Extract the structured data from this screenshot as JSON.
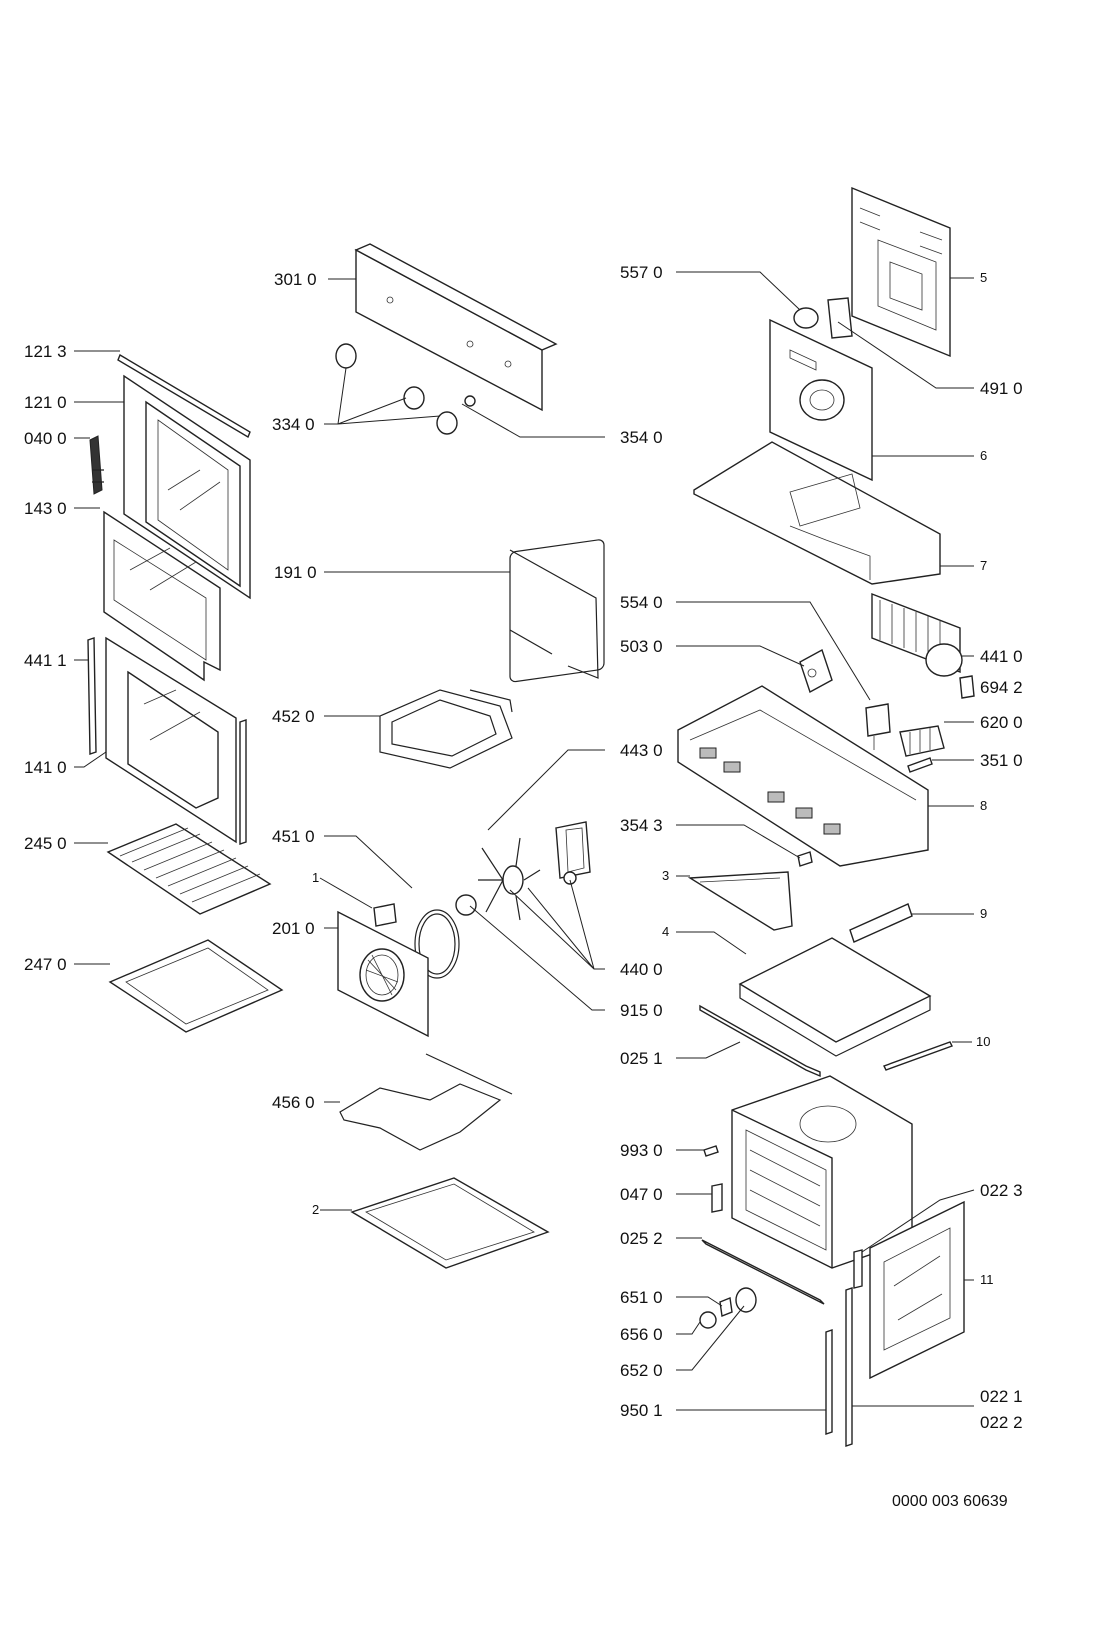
{
  "diagram": {
    "document_number": "0000 003 60639",
    "labels": {
      "p3010": "301 0",
      "p1213": "121 3",
      "p1210": "121 0",
      "p0400": "040 0",
      "p3340": "334 0",
      "p3540": "354 0",
      "p1430": "143 0",
      "p1910": "191 0",
      "p4411": "441 1",
      "p4520": "452 0",
      "p1410": "141 0",
      "p2450": "245 0",
      "p4510": "451 0",
      "p1": "1",
      "p2010": "201 0",
      "p2470": "247 0",
      "p4560": "456 0",
      "p2": "2",
      "p4430": "443 0",
      "p4400": "440 0",
      "p9150": "915 0",
      "p5570": "557 0",
      "p5": "5",
      "p4910": "491 0",
      "p6": "6",
      "p7": "7",
      "p5540": "554 0",
      "p5030": "503 0",
      "p4410": "441 0",
      "p6942": "694 2",
      "p6200": "620 0",
      "p3510": "351 0",
      "p8": "8",
      "p3543": "354 3",
      "p3": "3",
      "p9": "9",
      "p4": "4",
      "p0251": "025 1",
      "p10": "10",
      "p9930": "993 0",
      "p0470": "047 0",
      "p0223": "022 3",
      "p0252": "025 2",
      "p11": "11",
      "p6510": "651 0",
      "p6560": "656 0",
      "p6520": "652 0",
      "p9501": "950 1",
      "p0221": "022 1",
      "p0222": "022 2"
    }
  }
}
